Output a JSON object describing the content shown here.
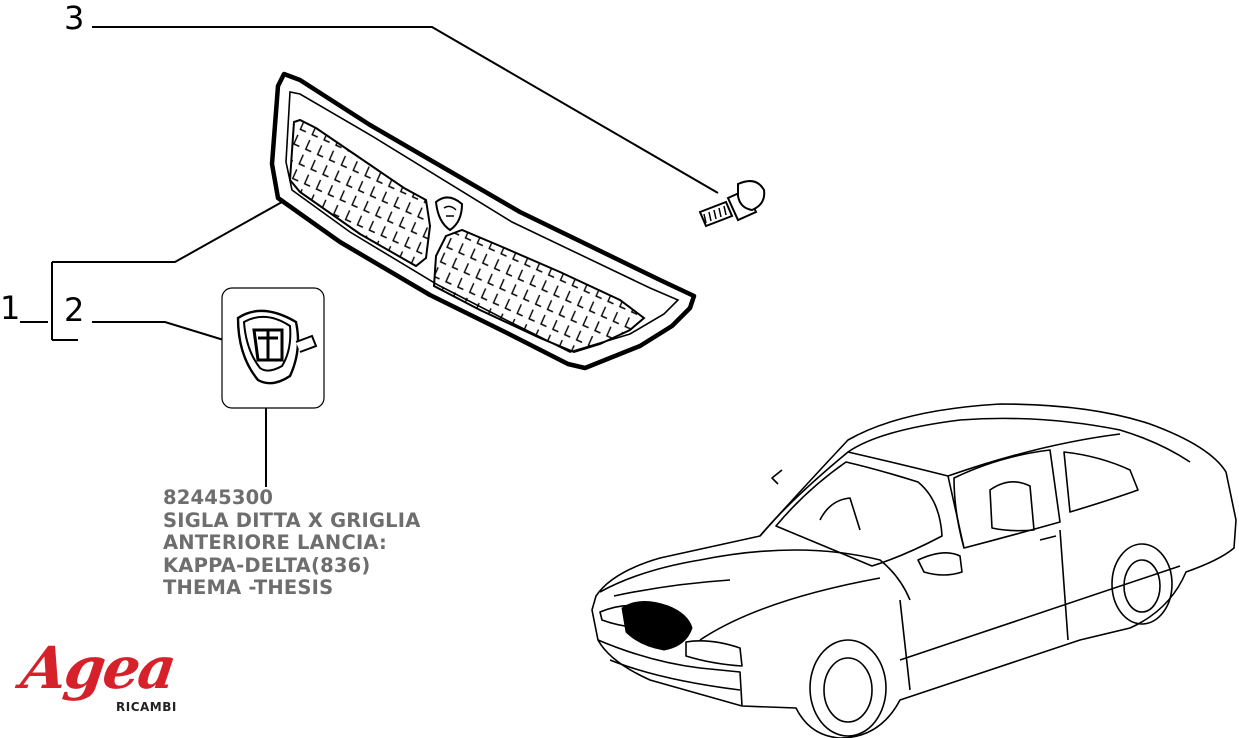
{
  "callouts": [
    {
      "id": "1",
      "label": "1"
    },
    {
      "id": "2",
      "label": "2"
    },
    {
      "id": "3",
      "label": "3"
    }
  ],
  "part_note": {
    "code": "82445300",
    "line1": "SIGLA DITTA X GRIGLIA",
    "line2": "ANTERIORE LANCIA:",
    "line3": "KAPPA-DELTA(836)",
    "line4": "THEMA -THESIS"
  },
  "logo": {
    "word": "Agea",
    "sub": "RICAMBI",
    "color": "#d6202a"
  },
  "parts": [
    "front-grille",
    "grille-emblem",
    "grille-screw",
    "car-illustration"
  ],
  "colors": {
    "line": "#000000",
    "grille_fill": "#ffffff",
    "highlight": "#000000",
    "note_text": "#6e6e6e"
  }
}
